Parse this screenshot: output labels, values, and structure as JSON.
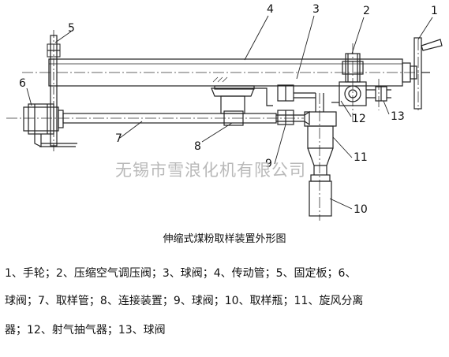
{
  "callouts": [
    {
      "id": "1",
      "text": "1"
    },
    {
      "id": "2",
      "text": "2"
    },
    {
      "id": "3",
      "text": "3"
    },
    {
      "id": "4",
      "text": "4"
    },
    {
      "id": "5",
      "text": "5"
    },
    {
      "id": "6",
      "text": "6"
    },
    {
      "id": "7",
      "text": "7"
    },
    {
      "id": "8",
      "text": "8"
    },
    {
      "id": "9",
      "text": "9"
    },
    {
      "id": "10",
      "text": "10"
    },
    {
      "id": "11",
      "text": "11"
    },
    {
      "id": "12",
      "text": "12"
    },
    {
      "id": "13",
      "text": "13"
    }
  ],
  "watermark": "无锡市雪浪化机有限公司",
  "caption": "伸缩式煤粉取样装置外形图",
  "legend_lines": [
    "1、手轮；2、压缩空气调压阀；3、球阀；4、传动管；5、固定板；6、",
    "球阀；7、取样管；8、连接装置；9、球阀；10、取样瓶；11、旋风分离",
    "器；12、射气抽气器；13、球阀"
  ]
}
